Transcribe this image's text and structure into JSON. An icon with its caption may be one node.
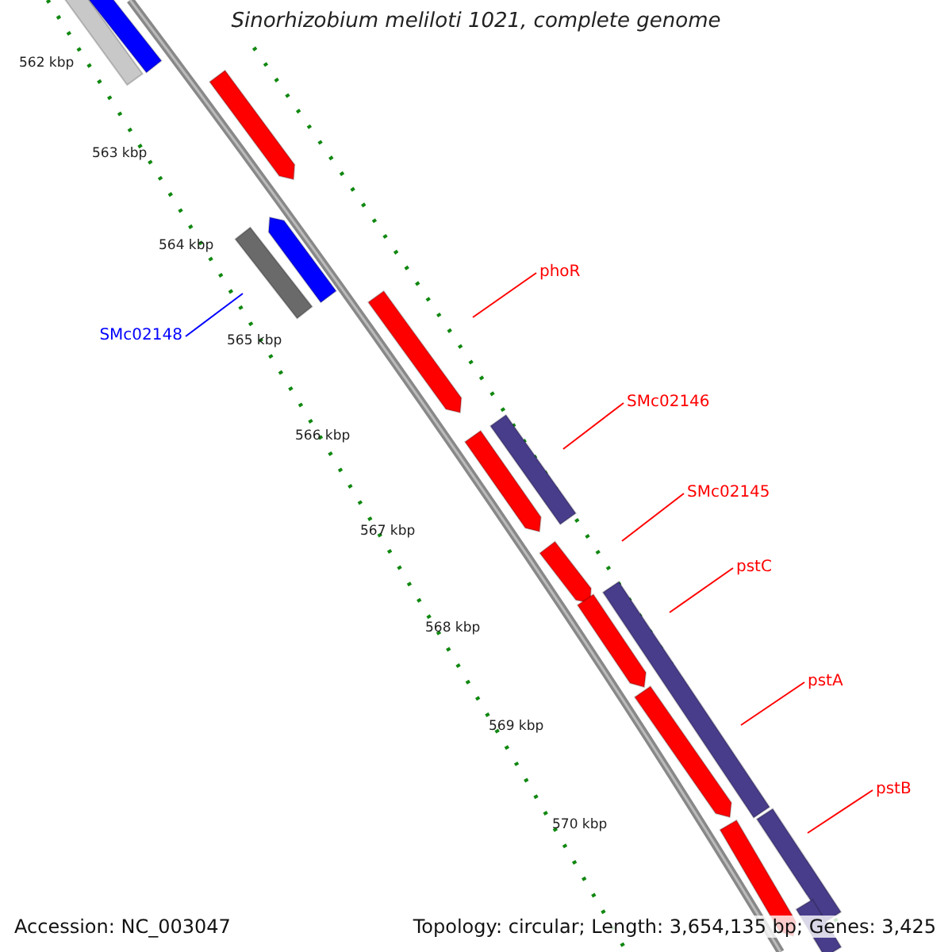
{
  "diagram": {
    "title": "Sinorhizobium meliloti 1021, complete genome",
    "nodes": [
      {
        "text": [
          "SMc02148"
        ]
      },
      {
        "text": [
          "phoR"
        ]
      },
      {
        "text": [
          "SMc02146"
        ]
      },
      {
        "text": [
          "SMc02145"
        ]
      },
      {
        "text": [
          "pstC"
        ]
      },
      {
        "text": [
          "pstA"
        ]
      },
      {
        "text": [
          "pstB"
        ]
      }
    ],
    "edges": [
      {
        "from": 0,
        "to": null,
        "arrow": "none",
        "color": "#0000ff"
      },
      {
        "from": 1,
        "to": null,
        "arrow": "none"
      },
      {
        "from": 2,
        "to": null,
        "arrow": "none"
      },
      {
        "from": 3,
        "to": null,
        "arrow": "none"
      },
      {
        "from": 4,
        "to": null,
        "arrow": "none"
      },
      {
        "from": 5,
        "to": null,
        "arrow": "none"
      },
      {
        "from": 6,
        "to": null,
        "arrow": "none"
      }
    ],
    "labels": [
      "562 kbp",
      "563 kbp",
      "564 kbp",
      "565 kbp",
      "566 kbp",
      "567 kbp",
      "568 kbp",
      "569 kbp",
      "570 kbp",
      "Accession: NC_003047",
      "Topology: circular; Length: 3,654,135 bp; Genes: 3,425"
    ]
  }
}
